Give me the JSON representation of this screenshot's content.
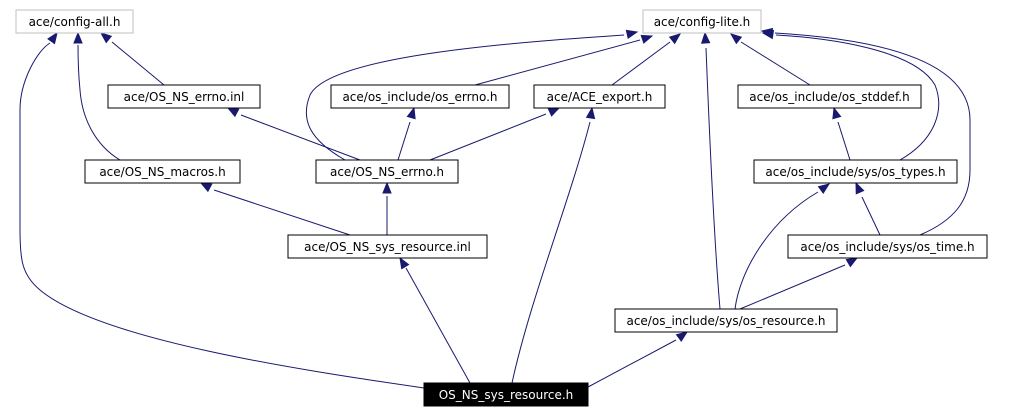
{
  "diagram": {
    "colors": {
      "edge": "#191970",
      "node_border": "#000000",
      "ghost_border": "#bfbfbf",
      "root_fill": "#000000",
      "root_text": "#ffffff",
      "node_fill": "#ffffff",
      "node_text": "#000000"
    },
    "nodes": {
      "config_all": {
        "label": "ace/config-all.h",
        "style": "ghost"
      },
      "config_lite": {
        "label": "ace/config-lite.h",
        "style": "ghost"
      },
      "errno_inl": {
        "label": "ace/OS_NS_errno.inl",
        "style": "normal"
      },
      "os_errno": {
        "label": "ace/os_include/os_errno.h",
        "style": "normal"
      },
      "ace_export": {
        "label": "ace/ACE_export.h",
        "style": "normal"
      },
      "os_stddef": {
        "label": "ace/os_include/os_stddef.h",
        "style": "normal"
      },
      "ns_macros": {
        "label": "ace/OS_NS_macros.h",
        "style": "normal"
      },
      "ns_errno": {
        "label": "ace/OS_NS_errno.h",
        "style": "normal"
      },
      "os_types": {
        "label": "ace/os_include/sys/os_types.h",
        "style": "normal"
      },
      "sys_res_inl": {
        "label": "ace/OS_NS_sys_resource.inl",
        "style": "normal"
      },
      "os_time": {
        "label": "ace/os_include/sys/os_time.h",
        "style": "normal"
      },
      "os_resource": {
        "label": "ace/os_include/sys/os_resource.h",
        "style": "normal"
      },
      "root": {
        "label": "OS_NS_sys_resource.h",
        "style": "root"
      }
    },
    "edges": [
      {
        "from": "root",
        "to": "config_all"
      },
      {
        "from": "root",
        "to": "sys_res_inl"
      },
      {
        "from": "root",
        "to": "ace_export"
      },
      {
        "from": "root",
        "to": "os_resource"
      },
      {
        "from": "sys_res_inl",
        "to": "ns_macros"
      },
      {
        "from": "sys_res_inl",
        "to": "ns_errno"
      },
      {
        "from": "ns_macros",
        "to": "config_all"
      },
      {
        "from": "ns_errno",
        "to": "errno_inl"
      },
      {
        "from": "ns_errno",
        "to": "os_errno"
      },
      {
        "from": "ns_errno",
        "to": "ace_export"
      },
      {
        "from": "ns_errno",
        "to": "config_lite"
      },
      {
        "from": "errno_inl",
        "to": "config_all"
      },
      {
        "from": "os_errno",
        "to": "config_lite"
      },
      {
        "from": "ace_export",
        "to": "config_lite"
      },
      {
        "from": "os_stddef",
        "to": "config_lite"
      },
      {
        "from": "os_types",
        "to": "os_stddef"
      },
      {
        "from": "os_types",
        "to": "config_lite"
      },
      {
        "from": "os_time",
        "to": "os_types"
      },
      {
        "from": "os_time",
        "to": "config_lite"
      },
      {
        "from": "os_resource",
        "to": "config_lite"
      },
      {
        "from": "os_resource",
        "to": "os_types"
      },
      {
        "from": "os_resource",
        "to": "os_time"
      }
    ]
  }
}
